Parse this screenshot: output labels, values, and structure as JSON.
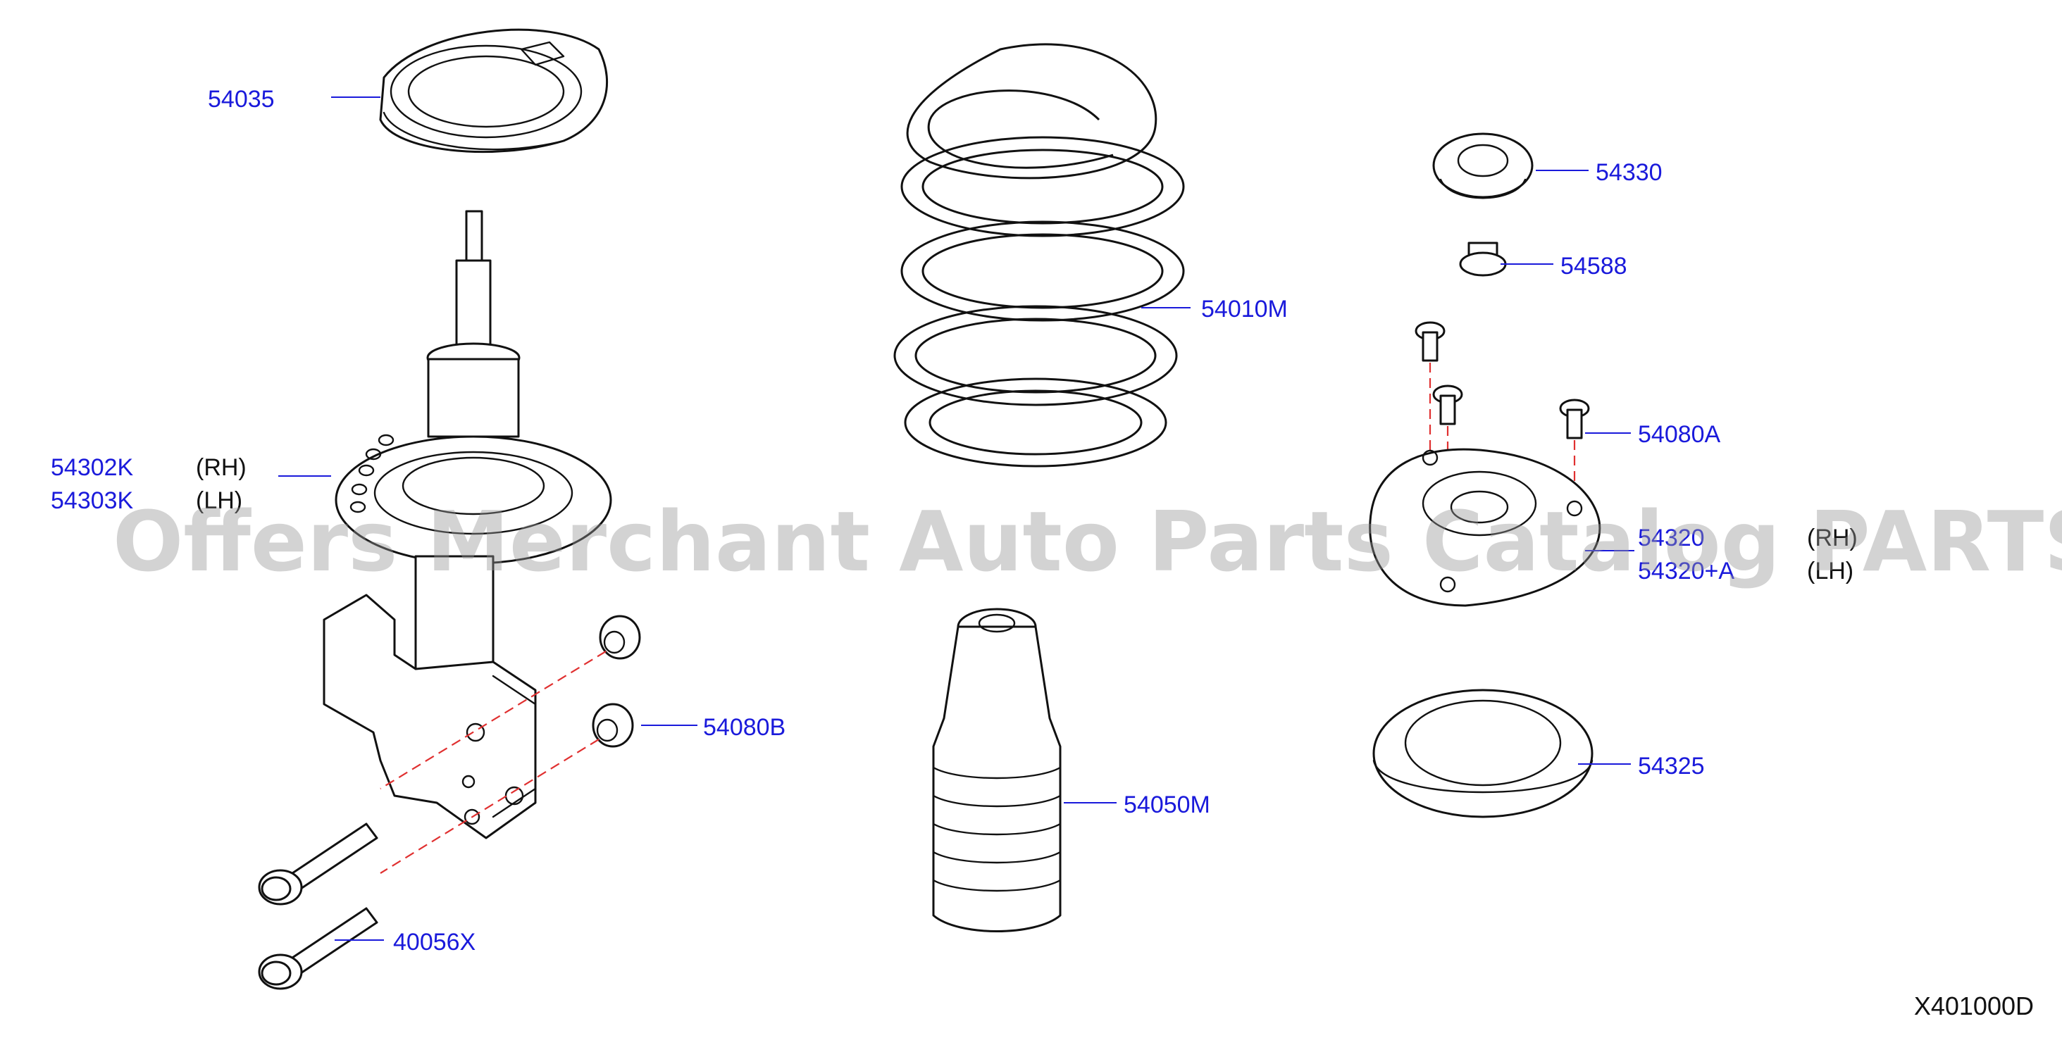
{
  "parts": {
    "spring_seat": "54035",
    "coil_spring": "54010M",
    "strut_rh": "54302K",
    "strut_lh": "54303K",
    "bound_bumper": "54330",
    "nut": "54588",
    "mount_bolt": "54080A",
    "mount_rh": "54320",
    "mount_lh": "54320+A",
    "bushing": "54080B",
    "bearing": "54325",
    "dust_boot": "54050M",
    "strut_bolt": "40056X"
  },
  "side": {
    "rh": "(RH)",
    "lh": "(LH)"
  },
  "watermark": "Offers Merchant Auto Parts Catalog PARTSTORE.SA",
  "diagram_code": "X401000D",
  "colors": {
    "callout": "#1a1adb",
    "guide_dash": "#e03030",
    "ink": "#111111",
    "watermark": "#969696"
  },
  "icons": [
    "spring-seat-icon",
    "coil-spring-icon",
    "strut-assembly-icon",
    "bumper-icon",
    "nut-icon",
    "bolt-icon",
    "mount-icon",
    "bushing-icon",
    "bearing-icon",
    "dust-boot-icon"
  ]
}
